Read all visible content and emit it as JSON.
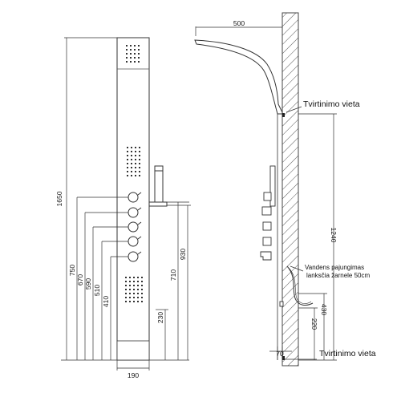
{
  "front_view": {
    "dimensions": {
      "height_total": "1650",
      "d750": "750",
      "d670": "670",
      "d590": "590",
      "d510": "510",
      "d410": "410",
      "width": "190",
      "d230": "230",
      "d710": "710",
      "d930": "930"
    }
  },
  "side_view": {
    "dimensions": {
      "arm_reach": "500",
      "d1240": "1240",
      "d430": "430",
      "d220": "220",
      "d70": "70"
    },
    "labels": {
      "mount_point_top": "Tvirtinimo vieta",
      "mount_point_bottom": "Tvirtinimo vieta",
      "water_supply_line1": "Vandens pajungimas",
      "water_supply_line2": "lanksčia žarnele 50cm"
    }
  }
}
